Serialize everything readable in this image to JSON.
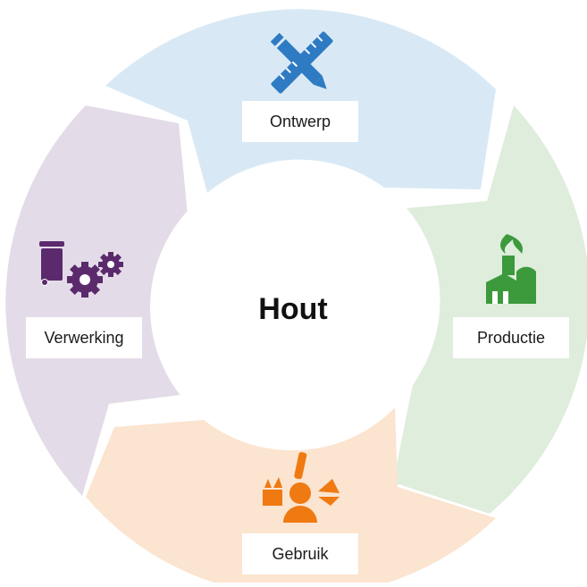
{
  "center_label": "Hout",
  "stages": [
    {
      "id": "ontwerp",
      "label": "Ontwerp",
      "icon": "pencil-ruler-icon",
      "segment_color": "#d8e9f5",
      "icon_color": "#2e7bc4"
    },
    {
      "id": "productie",
      "label": "Productie",
      "icon": "factory-icon",
      "segment_color": "#dfeddc",
      "icon_color": "#3c9a3c"
    },
    {
      "id": "gebruik",
      "label": "Gebruik",
      "icon": "user-with-products-icon",
      "segment_color": "#fbe4d0",
      "icon_color": "#ef7a12"
    },
    {
      "id": "verwerking",
      "label": "Verwerking",
      "icon": "waste-bin-gears-icon",
      "segment_color": "#e3dce8",
      "icon_color": "#5b2a6d"
    }
  ]
}
